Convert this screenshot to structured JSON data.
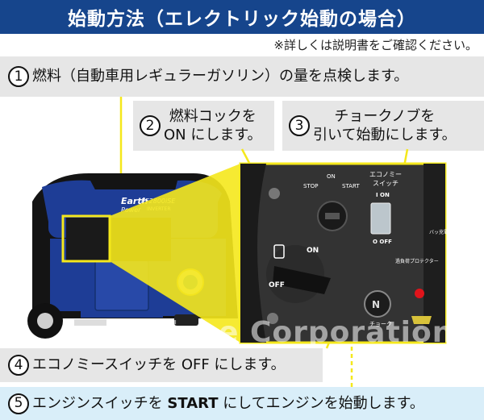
{
  "header": {
    "title": "始動方法（エレクトリック始動の場合）"
  },
  "note": "※詳しくは説明書をご確認ください。",
  "steps": [
    {
      "number": "1",
      "text": "燃料（自動車用レギュラーガソリン）の量を点検します。"
    },
    {
      "number": "2",
      "line1": "燃料コックを",
      "line2": "ON にします。"
    },
    {
      "number": "3",
      "line1": "チョークノブを",
      "line2": "引いて始動にします。"
    },
    {
      "number": "4",
      "text": "エコノミースイッチを OFF にします。"
    },
    {
      "number": "5",
      "text_before": "エンジンスイッチを ",
      "text_bold": "START",
      "text_after": " にしてエンジンを始動します。"
    }
  ],
  "generator": {
    "brand_line1": "Earth",
    "brand_line2": "Power",
    "model": "EF2800iSE",
    "model_sub": "INVERTER"
  },
  "panel": {
    "stop_label": "STOP",
    "on_label": "ON",
    "start_label": "START",
    "eco_label_line1": "エコノミー",
    "eco_label_line2": "スイッチ",
    "eco_on": "I ON",
    "eco_off": "O OFF",
    "fuel_on": "ON",
    "fuel_off": "OFF",
    "overload_label": "過負荷プロテクター",
    "choke_label": "チョーク",
    "side_label": "バッ充電"
  },
  "watermark": "Niche Corporation",
  "colors": {
    "title_bg": "#16458c",
    "step_gray": "#e6e6e6",
    "step_blue": "#d9eef9",
    "highlight": "#f5e81c",
    "generator_blue": "#1e3d96"
  }
}
